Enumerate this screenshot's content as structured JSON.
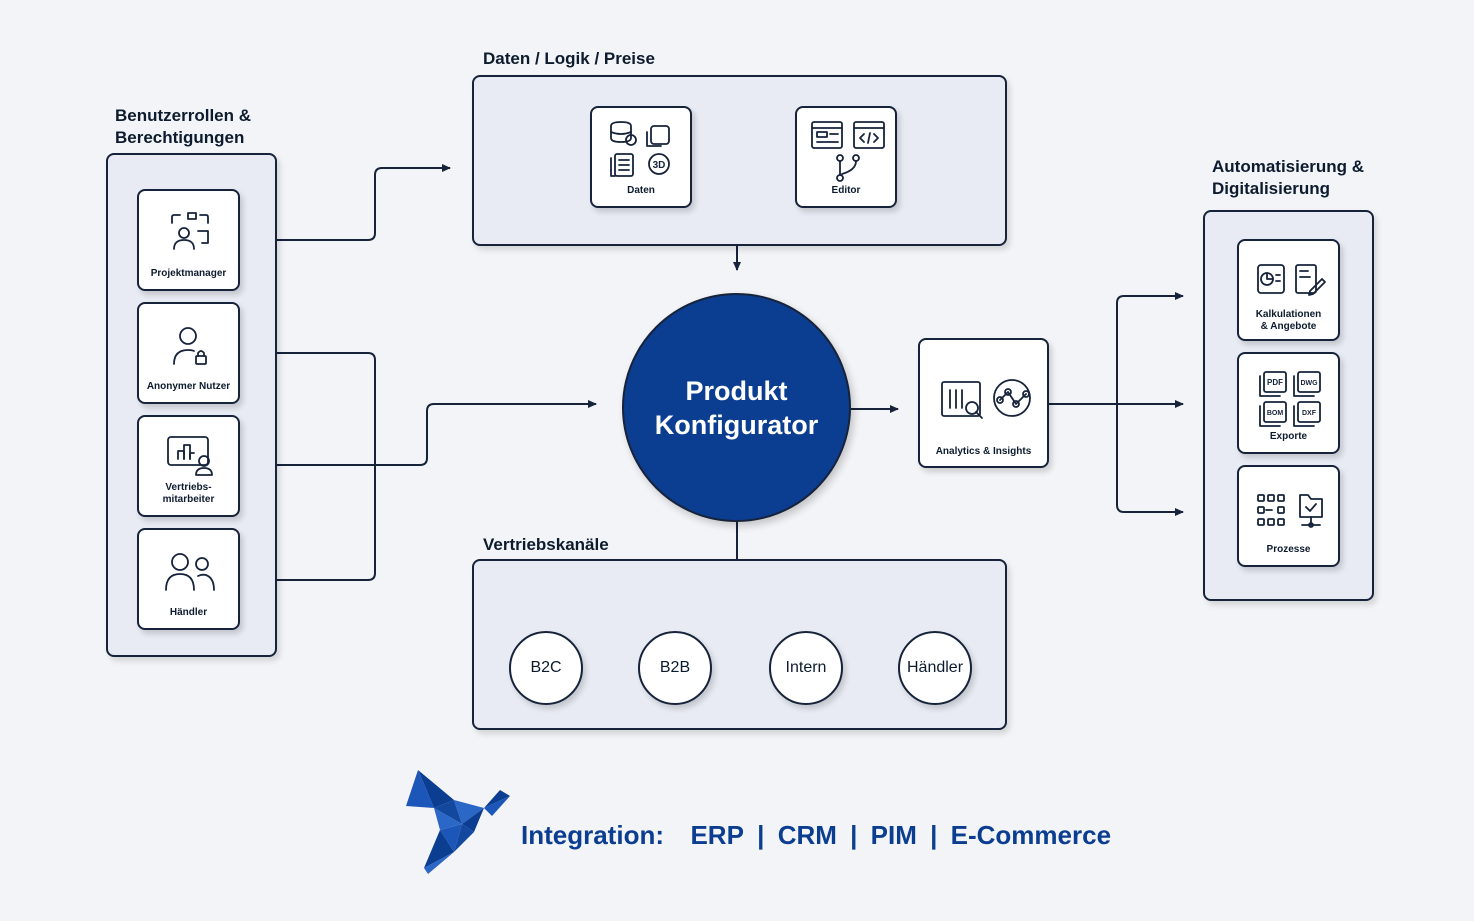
{
  "groups": {
    "roles": {
      "title": "Benutzerrollen &\nBerechtigungen",
      "items": [
        {
          "label": "Projektmanager",
          "icon": "project-manager-icon"
        },
        {
          "label": "Anonymer Nutzer",
          "icon": "anonymous-user-icon"
        },
        {
          "label": "Vertriebs-\nmitarbeiter",
          "icon": "sales-rep-icon"
        },
        {
          "label": "Händler",
          "icon": "dealer-icon"
        }
      ]
    },
    "data_logic": {
      "title": "Daten / Logik / Preise",
      "items": [
        {
          "label": "Daten",
          "icon": "data-icon"
        },
        {
          "label": "Editor",
          "icon": "editor-icon"
        }
      ]
    },
    "channels": {
      "title": "Vertriebskanäle",
      "items": [
        "B2C",
        "B2B",
        "Intern",
        "Händler"
      ]
    },
    "automation": {
      "title": "Automatisierung &\nDigitalisierung",
      "items": [
        {
          "label": "Kalkulationen\n& Angebote",
          "icon": "calculation-icon"
        },
        {
          "label": "Exporte",
          "icon": "export-icon"
        },
        {
          "label": "Prozesse",
          "icon": "process-icon"
        }
      ]
    }
  },
  "core": {
    "label": "Produkt\nKonfigurator"
  },
  "analytics": {
    "label": "Analytics & Insights",
    "icon": "analytics-icon"
  },
  "integration": {
    "prefix": "Integration:",
    "systems": [
      "ERP",
      "CRM",
      "PIM",
      "E-Commerce"
    ]
  },
  "colors": {
    "brand": "#0b3d91",
    "line": "#16233a",
    "panel": "#e8ebf3",
    "background": "#f3f4f7"
  }
}
